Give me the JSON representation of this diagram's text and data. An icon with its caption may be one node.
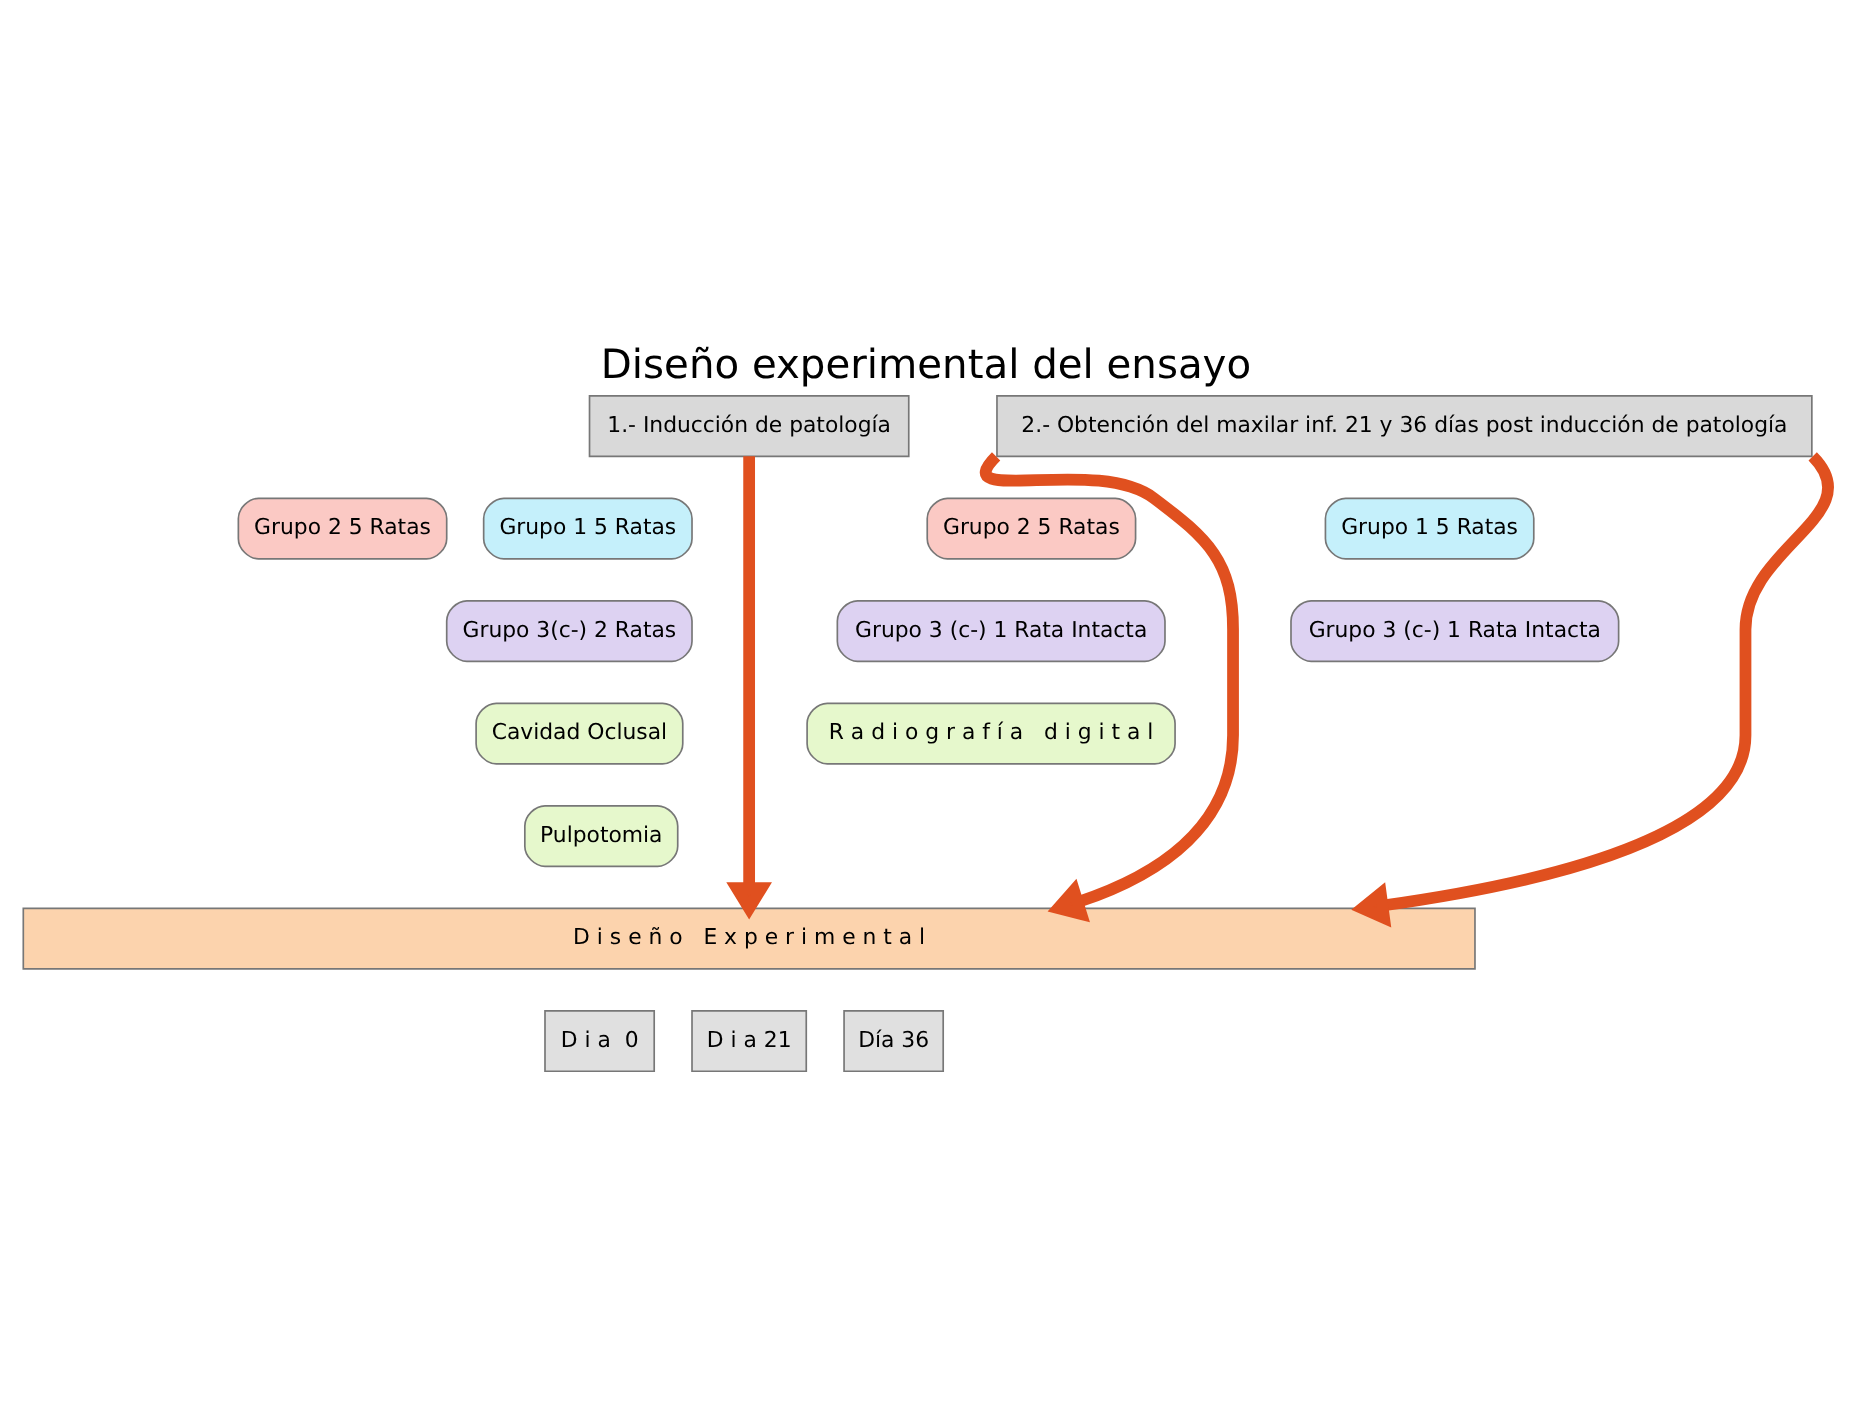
{
  "diagram": {
    "title": "Diseño experimental del ensayo",
    "nodes": [
      {
        "text": [
          "1.- Inducción de patología"
        ]
      },
      {
        "text": [
          "2.- Obtención del maxilar inf. 21 y 36 días post inducción de patología"
        ]
      },
      {
        "text": [
          "Grupo 1 5 Ratas"
        ]
      },
      {
        "text": [
          "Grupo 2 5 Ratas"
        ]
      },
      {
        "text": [
          "Grupo 3(c-) 2 Ratas"
        ]
      },
      {
        "text": [
          "Cavidad Oclusal"
        ]
      },
      {
        "text": [
          "Pulpotomia"
        ]
      },
      {
        "text": [
          "Grupo 1 5 Ratas"
        ]
      },
      {
        "text": [
          "Grupo 2 5 Ratas"
        ]
      },
      {
        "text": [
          "Grupo 3 (c-) 1 Rata Intacta"
        ]
      },
      {
        "text": [
          "Grupo 3 (c-) 1 Rata Intacta"
        ]
      },
      {
        "text": [
          "R a d i o g r a f í a   d i g i t a l"
        ]
      },
      {
        "text": [
          "D i s e ñ o   E x p e r i m e n t a l"
        ]
      },
      {
        "text": [
          "D i a  0"
        ]
      },
      {
        "text": [
          "D i a 21"
        ]
      },
      {
        "text": [
          "Día 36"
        ]
      }
    ],
    "edges": [
      {
        "from": 0,
        "to": 12,
        "arrow": "to"
      },
      {
        "from": 1,
        "to": 12,
        "arrow": "to"
      },
      {
        "from": 1,
        "to": 12,
        "arrow": "to"
      }
    ]
  }
}
